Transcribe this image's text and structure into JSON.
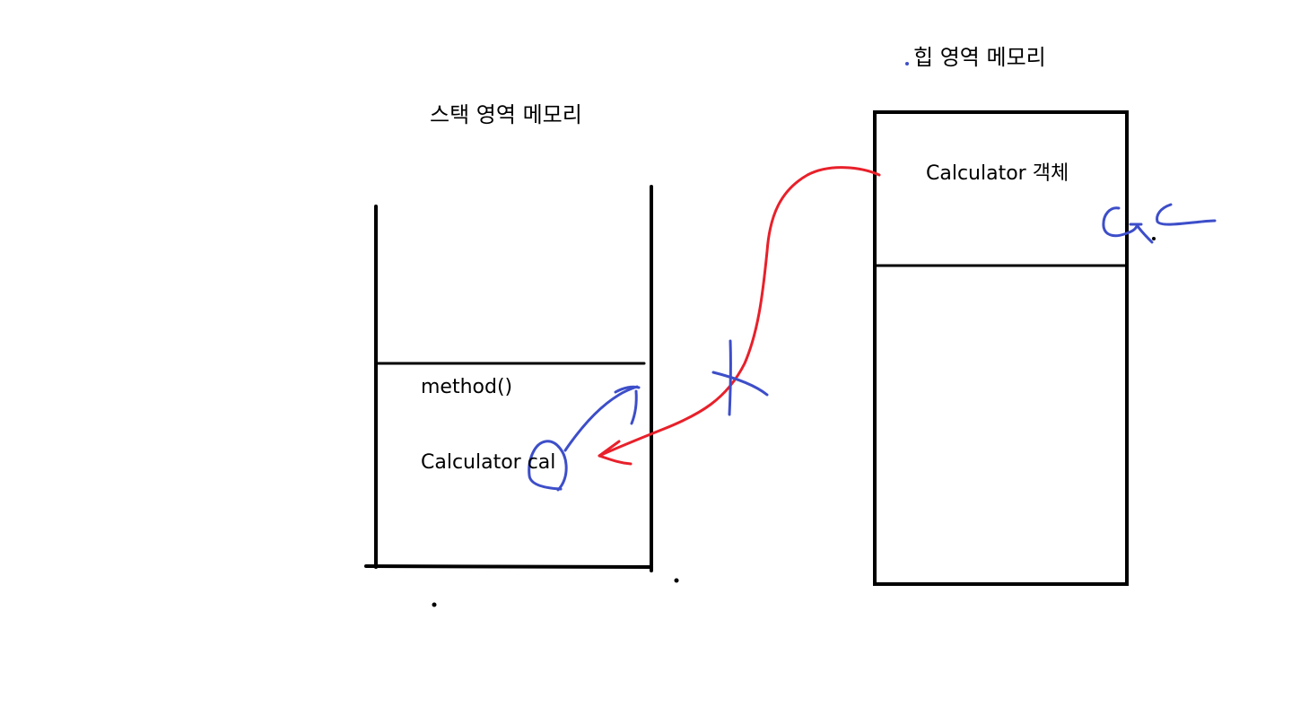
{
  "stack": {
    "title": "스택 영역 메모리",
    "frame_method": "method()",
    "frame_variable": "Calculator cal"
  },
  "heap": {
    "title": "힙 영역 메모리",
    "object_label": "Calculator 객체",
    "gc_mark": "GC"
  },
  "colors": {
    "outline": "#000000",
    "reference_arrow": "#e8202a",
    "annotation": "#3d4ec9"
  }
}
